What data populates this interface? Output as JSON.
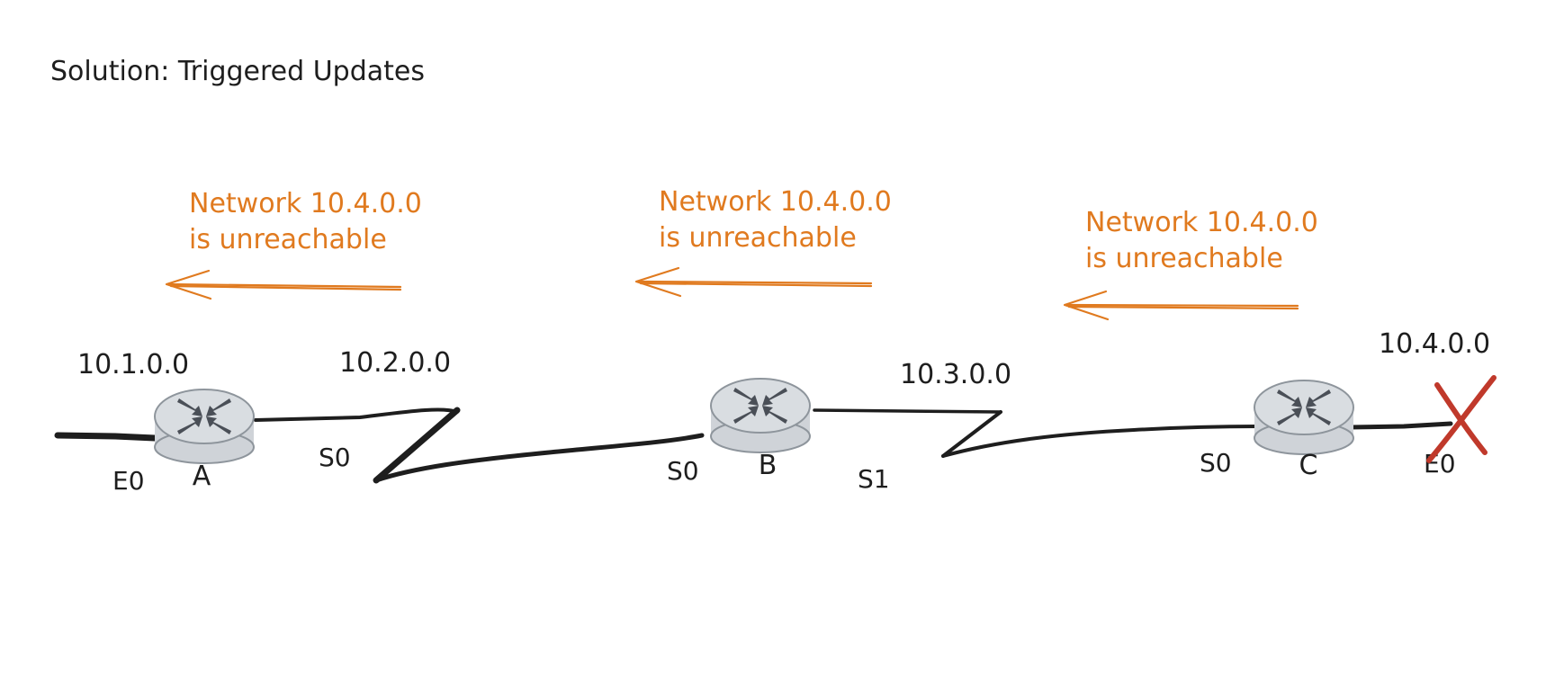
{
  "title": "Solution: Triggered Updates",
  "colors": {
    "ink": "#1e1e1e",
    "update_arrow": "#e07a1f",
    "failure_mark": "#c0392b",
    "router_body": "#cfd3d8",
    "router_icon": "#4a4f57"
  },
  "networks": {
    "n1": "10.1.0.0",
    "n2": "10.2.0.0",
    "n3": "10.3.0.0",
    "n4": "10.4.0.0"
  },
  "routers": {
    "a": {
      "label": "A",
      "icon": "router-icon"
    },
    "b": {
      "label": "B",
      "icon": "router-icon"
    },
    "c": {
      "label": "C",
      "icon": "router-icon"
    }
  },
  "interfaces": {
    "a_e0": "E0",
    "a_s0": "S0",
    "b_s0": "S0",
    "b_s1": "S1",
    "c_s0": "S0",
    "c_e0": "E0"
  },
  "updates": [
    {
      "line1": "Network 10.4.0.0",
      "line2": "is unreachable"
    },
    {
      "line1": "Network 10.4.0.0",
      "line2": "is unreachable"
    },
    {
      "line1": "Network 10.4.0.0",
      "line2": "is unreachable"
    }
  ],
  "failure": {
    "icon": "red-x-icon"
  }
}
